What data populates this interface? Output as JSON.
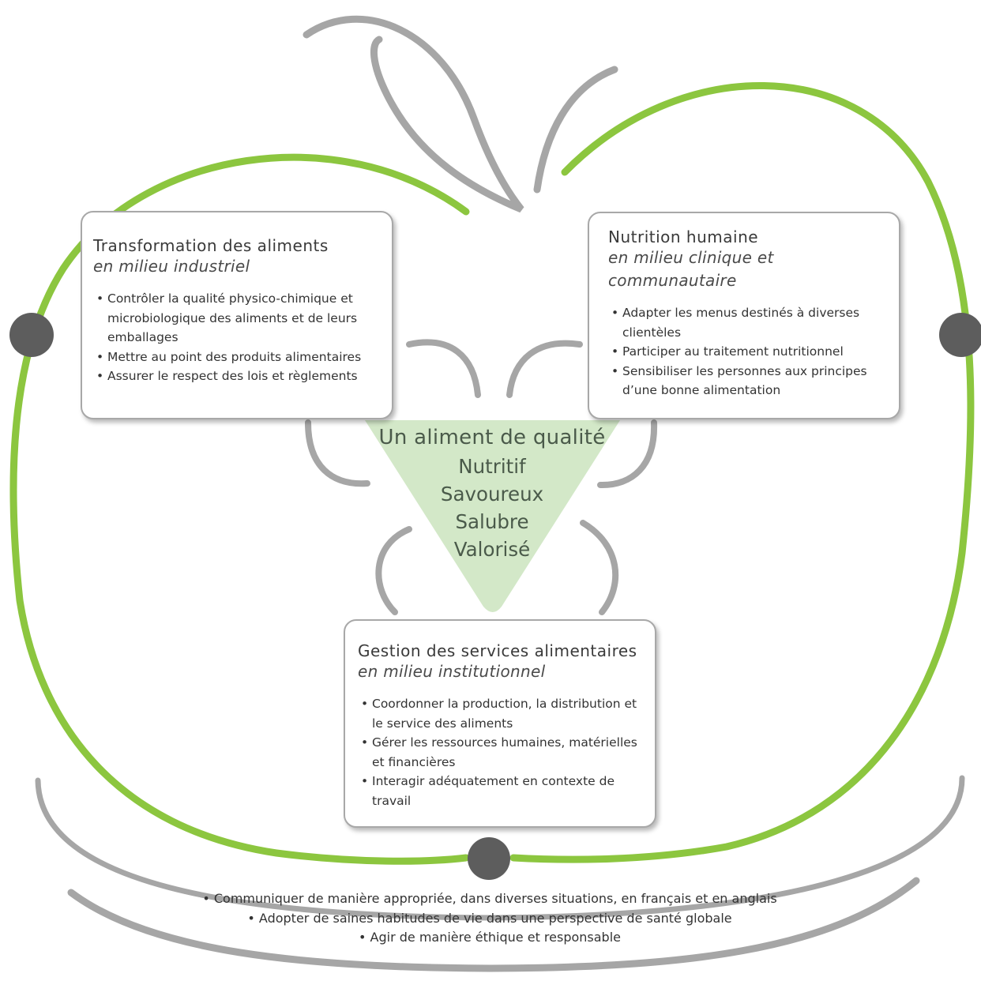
{
  "colors": {
    "green": "#8cc63f",
    "gray": "#a6a6a6",
    "triangle": "#d3e8c8",
    "dot": "#5d5d5d"
  },
  "boxes": {
    "top_left": {
      "title": "Transformation des aliments",
      "subtitle": "en milieu industriel",
      "items": [
        "Contrôler la qualité physico-chimique et microbiologique des aliments et de leurs emballages",
        "Mettre au point des produits alimentaires",
        "Assurer le respect des lois et règlements"
      ]
    },
    "top_right": {
      "title": "Nutrition humaine",
      "subtitle": "en milieu clinique et communautaire",
      "items": [
        "Adapter les menus destinés à diverses clientèles",
        "Participer au traitement nutritionnel",
        "Sensibiliser les personnes aux principes d’une bonne alimentation"
      ]
    },
    "bottom": {
      "title": "Gestion des services alimentaires",
      "subtitle": "en milieu institutionnel",
      "items": [
        "Coordonner la production, la distribution et le service des aliments",
        "Gérer les ressources humaines, matérielles et financières",
        "Interagir adéquatement en contexte de travail"
      ]
    }
  },
  "center": {
    "title": "Un aliment de qualité",
    "items": [
      "Nutritif",
      "Savoureux",
      "Salubre",
      "Valorisé"
    ]
  },
  "bottom_list": [
    "Communiquer de manière appropriée, dans diverses situations, en français et en anglais",
    "Adopter de saines habitudes de vie dans une perspective de santé globale",
    "Agir de manière éthique et responsable"
  ]
}
